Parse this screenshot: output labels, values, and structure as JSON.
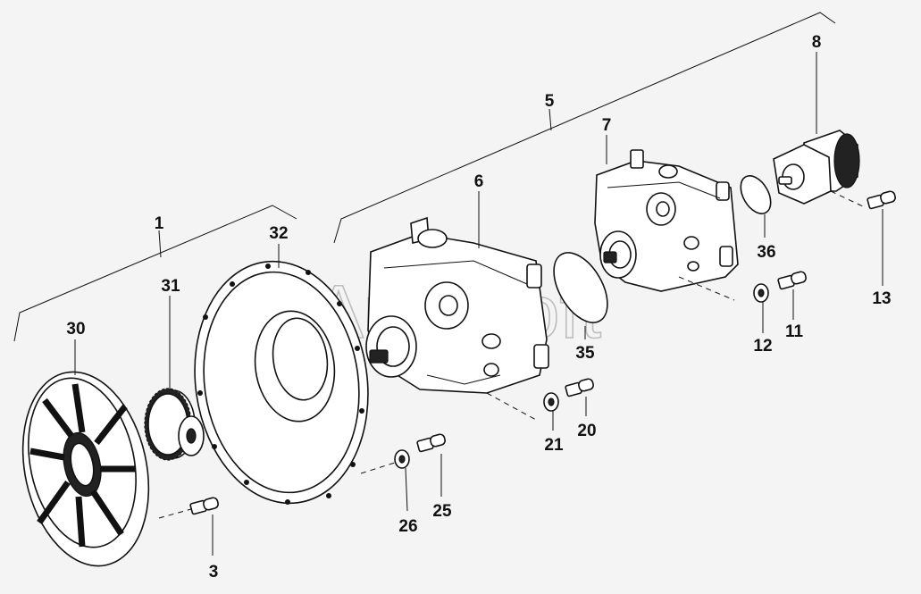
{
  "watermark": "AutoSoft",
  "callouts": {
    "c1": "1",
    "c3": "3",
    "c5": "5",
    "c6": "6",
    "c7": "7",
    "c8": "8",
    "c11": "11",
    "c12": "12",
    "c13": "13",
    "c20": "20",
    "c21": "21",
    "c25": "25",
    "c26": "26",
    "c30": "30",
    "c31": "31",
    "c32": "32",
    "c35": "35",
    "c36": "36"
  }
}
